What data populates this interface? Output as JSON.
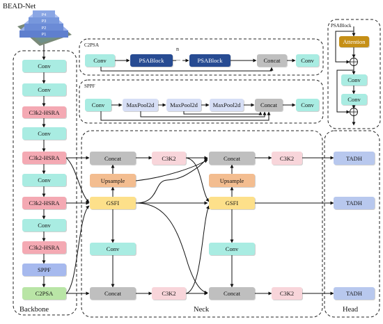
{
  "title": "BEAD-Net",
  "pyramid_labels": [
    "P4",
    "P3",
    "P2",
    "P1"
  ],
  "sections": {
    "backbone": "Backbone",
    "neck": "Neck",
    "head": "Head",
    "c2psa": "C2PSA",
    "sppf": "SPPF",
    "psablock": "PSABlock"
  },
  "backbone_blocks": [
    "Conv",
    "Conv",
    "C3k2-HSRA",
    "Conv",
    "C3k2-HSRA",
    "Conv",
    "C3k2-HSRA",
    "Conv",
    "C3k2-HSRA",
    "SPPF",
    "C2PSA"
  ],
  "neck": {
    "concat": "Concat",
    "c3k2": "C3K2",
    "upsample": "Upsample",
    "gsfi": "GSFI",
    "conv": "Conv"
  },
  "head_blocks": [
    "TADH",
    "TADH",
    "TADH"
  ],
  "c2psa_detail": {
    "conv": "Conv",
    "psablock": "PSABlock",
    "n": "n",
    "dots": "...",
    "concat": "Concat"
  },
  "sppf_detail": {
    "conv": "Conv",
    "maxpool": "MaxPool2d",
    "concat": "Concat"
  },
  "psablock_detail": {
    "attention": "Attention",
    "conv": "Conv"
  },
  "colors": {
    "conv": "#a9ece2",
    "c3k2_hsra": "#f4a9b3",
    "sppf": "#a6b9ee",
    "c2psa": "#b9e5a6",
    "concat": "#bfbfbf",
    "c3k2": "#f8d5da",
    "upsample": "#f3bd90",
    "gsfi": "#fde08a",
    "tadh": "#b8c8ee",
    "psablock": "#274b92",
    "maxpool": "#d6def5",
    "attention": "#c58f16"
  }
}
